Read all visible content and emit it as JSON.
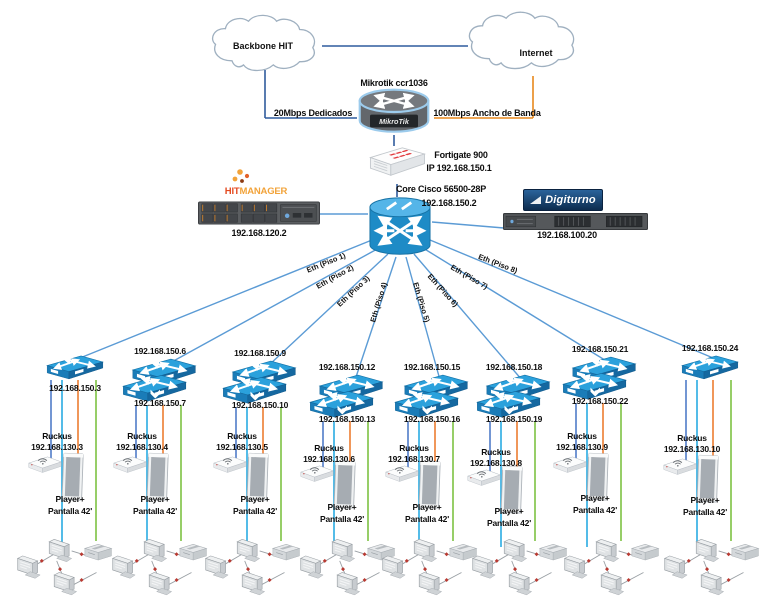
{
  "clouds": {
    "left": "Backbone HIT",
    "right": "Internet"
  },
  "wan": {
    "router_name": "Mikrotik ccr1036",
    "router_brand": "MikroTik",
    "left_link": "20Mbps Dedicados",
    "right_link": "100Mbps Ancho de Banda"
  },
  "firewall": {
    "name": "Fortigate 900",
    "ip": "IP 192.168.150.1"
  },
  "core": {
    "name": "Core Cisco 56500-28P",
    "ip": "192.168.150.2"
  },
  "servers": {
    "hitmanager": {
      "brand_left": "HIT",
      "brand_right": "MANAGER",
      "ip": "192.168.120.2"
    },
    "digiturno": {
      "brand": "Digiturno",
      "ip": "192.168.100.20"
    }
  },
  "shared": {
    "ruckus": "Ruckus",
    "player_line1": "Player+",
    "player_line2": "Pantalla 42'"
  },
  "floors": [
    {
      "eth": "Eth (Piso 1)",
      "ips": [
        "192.168.150.3"
      ],
      "ruckus_ip": "192.168.130.3"
    },
    {
      "eth": "Eth (Piso 2)",
      "ips": [
        "192.168.150.6",
        "192.168.150.7"
      ],
      "ruckus_ip": "192.168.130.4"
    },
    {
      "eth": "Eth (Piso 3)",
      "ips": [
        "192.168.150.9",
        "192.168.150.10"
      ],
      "ruckus_ip": "192.168.130.5"
    },
    {
      "eth": "Eth (Piso 4)",
      "ips": [
        "192.168.150.12",
        "192.168.150.13"
      ],
      "ruckus_ip": "192.168.130.6"
    },
    {
      "eth": "Eth (Piso 5)",
      "ips": [
        "192.168.150.15",
        "192.168.150.16"
      ],
      "ruckus_ip": "192.168.130.7"
    },
    {
      "eth": "Eth (Piso 6)",
      "ips": [
        "192.168.150.18",
        "192.168.150.19"
      ],
      "ruckus_ip": "192.168.130.8"
    },
    {
      "eth": "Eth (Piso 7)",
      "ips": [
        "192.168.150.21",
        "192.168.150.22"
      ],
      "ruckus_ip": "192.168.130.9"
    },
    {
      "eth": "Eth (Piso 8)",
      "ips": [
        "192.168.150.24"
      ],
      "ruckus_ip": "192.168.130.10"
    }
  ],
  "colors": {
    "uplink_blue": "#5B9BD5",
    "navy": "#2F5B9D",
    "wan_orange": "#E8891D",
    "ap_blue": "#4472C4",
    "cyan": "#29ABE2",
    "display_orange": "#ED7D31",
    "lan_green": "#7DC142",
    "switch_blue": "#2BA1DC"
  }
}
